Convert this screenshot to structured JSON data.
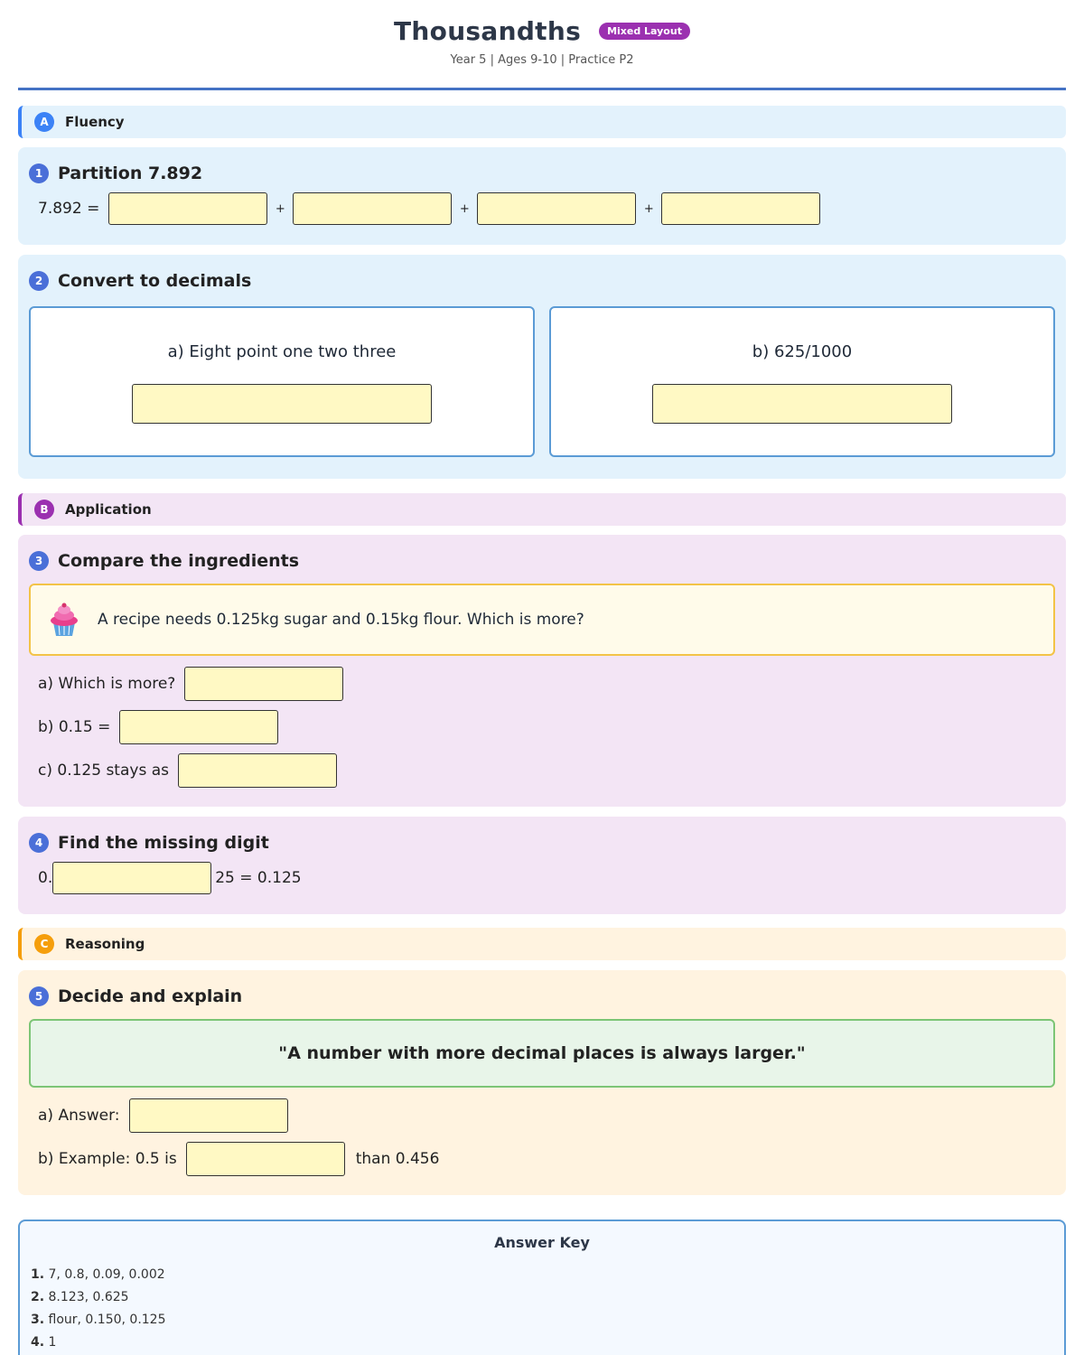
{
  "header": {
    "title": "Thousandths",
    "badge": "Mixed Layout",
    "subtitle": "Year 5 | Ages 9-10 | Practice P2"
  },
  "sections": {
    "a": {
      "letter": "A",
      "label": "Fluency",
      "color": "#3b82f6"
    },
    "b": {
      "letter": "B",
      "label": "Application",
      "color": "#9b30b0"
    },
    "c": {
      "letter": "C",
      "label": "Reasoning",
      "color": "#f59e0b"
    }
  },
  "q1": {
    "num": "1",
    "title": "Partition 7.892",
    "lead": "7.892 =",
    "plus": "+"
  },
  "q2": {
    "num": "2",
    "title": "Convert to decimals",
    "a": "a) Eight point one two three",
    "b": "b) 625/1000"
  },
  "q3": {
    "num": "3",
    "title": "Compare the ingredients",
    "story_icon": "cupcake-icon",
    "story": "A recipe needs 0.125kg sugar and 0.15kg flour. Which is more?",
    "a": "a) Which is more?",
    "b": "b) 0.15 =",
    "c": "c) 0.125 stays as"
  },
  "q4": {
    "num": "4",
    "title": "Find the missing digit",
    "pre": "0.",
    "post": "25 = 0.125"
  },
  "q5": {
    "num": "5",
    "title": "Decide and explain",
    "claim": "\"A number with more decimal places is always larger.\"",
    "a": "a) Answer:",
    "b_pre": "b) Example: 0.5 is",
    "b_post": "than 0.456"
  },
  "answer_key": {
    "title": "Answer Key",
    "lines": [
      {
        "n": "1.",
        "t": "7, 0.8, 0.09, 0.002"
      },
      {
        "n": "2.",
        "t": "8.123, 0.625"
      },
      {
        "n": "3.",
        "t": "flour, 0.150, 0.125"
      },
      {
        "n": "4.",
        "t": "1"
      }
    ]
  }
}
